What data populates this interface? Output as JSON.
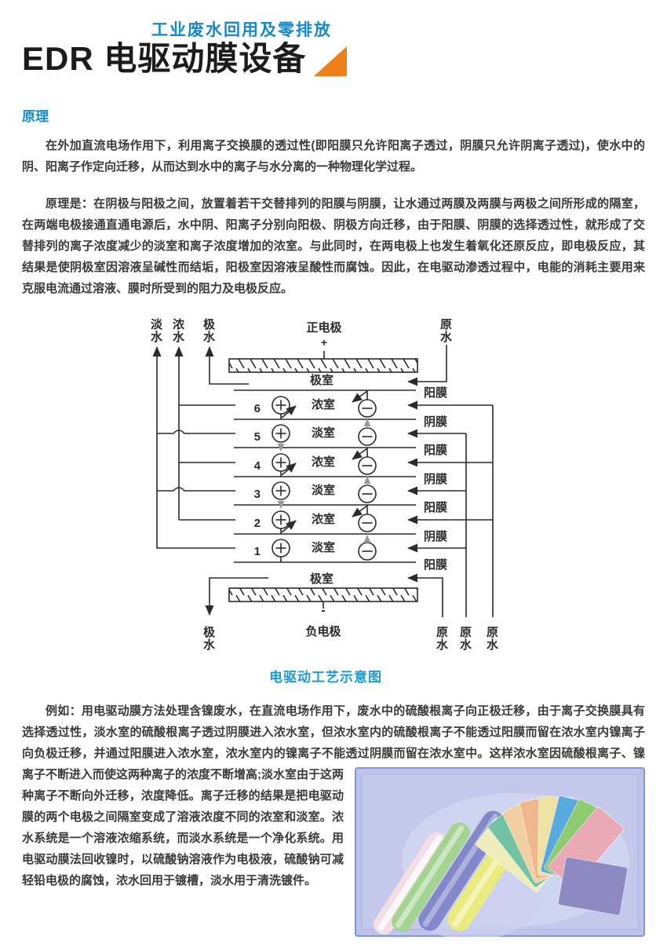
{
  "header": {
    "tagline": "工业废水回用及零排放",
    "title": "EDR 电驱动膜设备"
  },
  "principle": {
    "heading": "原理",
    "para1": "在外加直流电场作用下，利用离子交换膜的透过性(即阳膜只允许阳离子透过，阴膜只允许阴离子透过)，使水中的阴、阳离子作定向迁移，从而达到水中的离子与水分离的一种物理化学过程。",
    "para2": "原理是：在阴极与阳极之间，放置着若干交替排列的阳膜与阴膜，让水通过两膜及两膜与两极之间所形成的隔室，在两端电极接通直通电源后，水中阴、阳离子分别向阳极、阴极方向迁移，由于阳膜、阴膜的选择透过性，就形成了交替排列的离子浓度减少的淡室和离子浓度增加的浓室。与此同时，在两电极上也发生着氧化还原反应，即电极反应，其结果是使阴极室因溶液呈碱性而结垢，阳极室因溶液呈酸性而腐蚀。因此，在电驱动渗透过程中，电能的消耗主要用来克服电流通过溶液、膜时所受到的阻力及电极反应。",
    "para3_before_image": "例如：用电驱动膜方法处理含镍废水，在直流电场作用下，废水中的硫酸根离子向正极迁移，由于离子交换膜具有选择透过性，淡水室的硫酸根离子透过阴膜进入浓水室，但浓水室内的硫酸根离子不能透过阳膜而留在浓水室内镍离子向负极迁移，并通过阳膜进入浓水室，浓水室内的镍离子不能透过阴膜而留在浓水室中。这样浓水室因硫",
    "para3_after_image": "酸根离子、镍离子不断进入而使这两种离子的浓度不断增高;淡水室由于这两种离子不断向外迁移，浓度降低。离子迁移的结果是把电驱动膜的两个电极之间隔室变成了溶液浓度不同的浓室和淡室。浓水系统是一个溶液浓缩系统，而淡水系统是一个净化系统。用电驱动膜法回收镍时，以硫酸钠溶液作为电极液，硫酸钠可减轻铅电极的腐蚀，浓水回用于镀槽，淡水用于清洗镀件。"
  },
  "diagram": {
    "caption": "电驱动工艺示意图",
    "fresh_water_outlet": "淡水",
    "concentrate_outlet": "浓水",
    "electrode_water_outlet_top": "极水",
    "electrode_water_outlet_bottom": "极水",
    "positive_electrode": "正电极",
    "positive_sign": "+",
    "negative_electrode": "负电极",
    "negative_sign": "-",
    "electrode_chamber_top": "极室",
    "electrode_chamber_bottom": "极室",
    "raw_water_top": "原水",
    "raw_water_bottom": [
      "原水",
      "原水",
      "原水"
    ],
    "membranes": [
      "阳膜",
      "阴膜",
      "阳膜",
      "阴膜",
      "阳膜",
      "阴膜",
      "阳膜"
    ],
    "cells": [
      {
        "num": "6",
        "label": "浓室"
      },
      {
        "num": "5",
        "label": "淡室"
      },
      {
        "num": "4",
        "label": "浓室"
      },
      {
        "num": "3",
        "label": "淡室"
      },
      {
        "num": "2",
        "label": "浓室"
      },
      {
        "num": "1",
        "label": "淡室"
      }
    ]
  },
  "colors": {
    "accent_blue": "#1789c9",
    "caption_blue": "#1e9ad6",
    "accent_orange": "#ee7f1a",
    "body_text": "#3a3a3a",
    "diagram_line": "#2b2b2b"
  }
}
